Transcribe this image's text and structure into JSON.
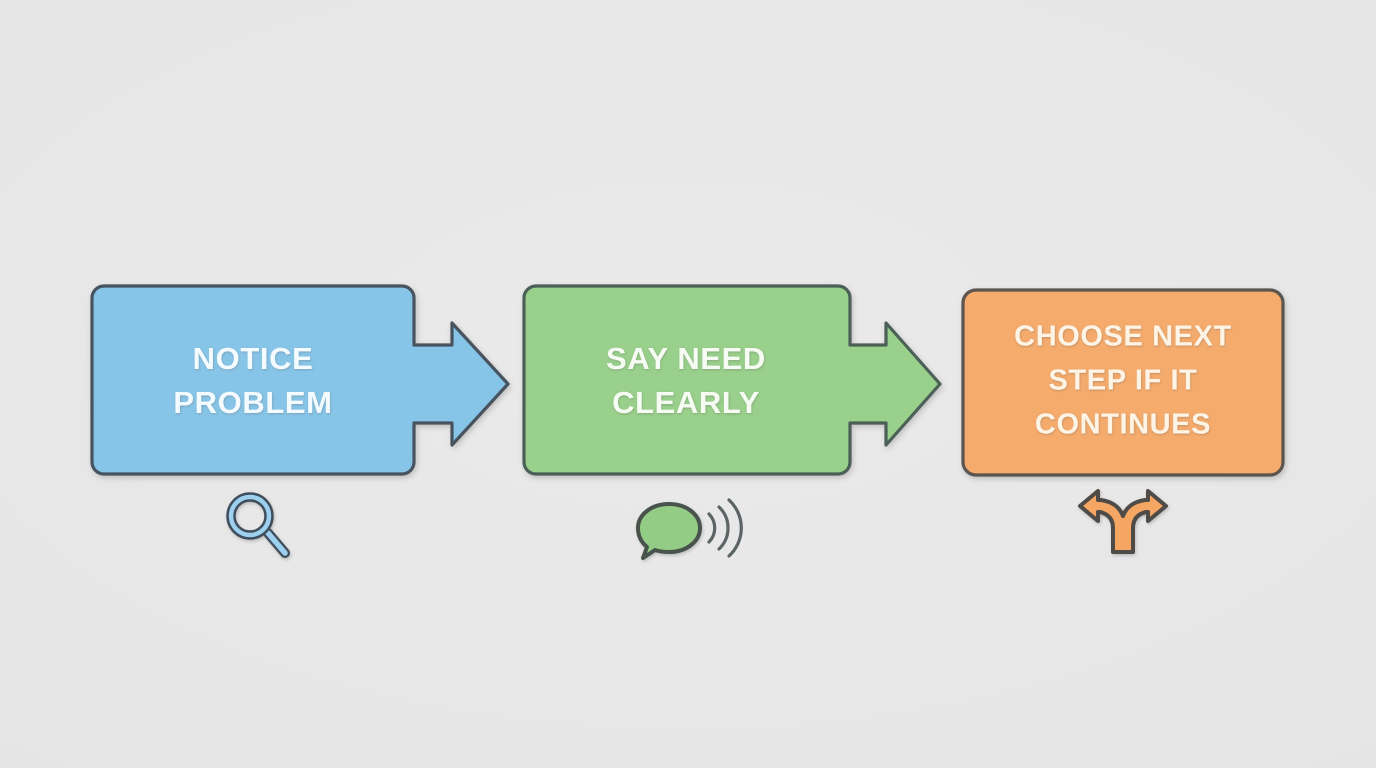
{
  "diagram": {
    "type": "process-flow",
    "background_color": "#e7e7e7",
    "orientation": "horizontal-left-to-right",
    "steps": [
      {
        "index": 1,
        "label_lines": [
          "NOTICE",
          "PROBLEM"
        ],
        "line1": "NOTICE",
        "line2": "PROBLEM",
        "line3": "",
        "fill_color": "#87c5e8",
        "stroke_color": "#46525e",
        "text_color": "#f4fbff",
        "icon": "magnifier-icon",
        "icon_color": "#9cd0ee",
        "icon_stroke": "#3f4e5c",
        "has_outgoing_arrow": true
      },
      {
        "index": 2,
        "label_lines": [
          "SAY NEED",
          "CLEARLY"
        ],
        "line1": "SAY NEED",
        "line2": "CLEARLY",
        "line3": "",
        "fill_color": "#99d08b",
        "stroke_color": "#4c6157",
        "text_color": "#f6fcf3",
        "icon": "speech-bubble-icon",
        "icon_color": "#93cd85",
        "icon_stroke": "#46534b",
        "has_outgoing_arrow": true
      },
      {
        "index": 3,
        "label_lines": [
          "CHOOSE NEXT",
          "STEP IF IT",
          "CONTINUES"
        ],
        "line1": "CHOOSE NEXT",
        "line2": "STEP IF IT",
        "line3": "CONTINUES",
        "fill_color": "#f5ab6c",
        "stroke_color": "#5a5550",
        "text_color": "#fdf4e6",
        "icon": "fork-arrows-icon",
        "icon_color": "#f5a662",
        "icon_stroke": "#4f4b47",
        "has_outgoing_arrow": false
      }
    ],
    "connectors": [
      {
        "from": 1,
        "to": 2,
        "style": "block-arrow",
        "fill_color": "#87c5e8",
        "stroke_color": "#46525e"
      },
      {
        "from": 2,
        "to": 3,
        "style": "block-arrow",
        "fill_color": "#99d08b",
        "stroke_color": "#4c6157"
      }
    ]
  }
}
